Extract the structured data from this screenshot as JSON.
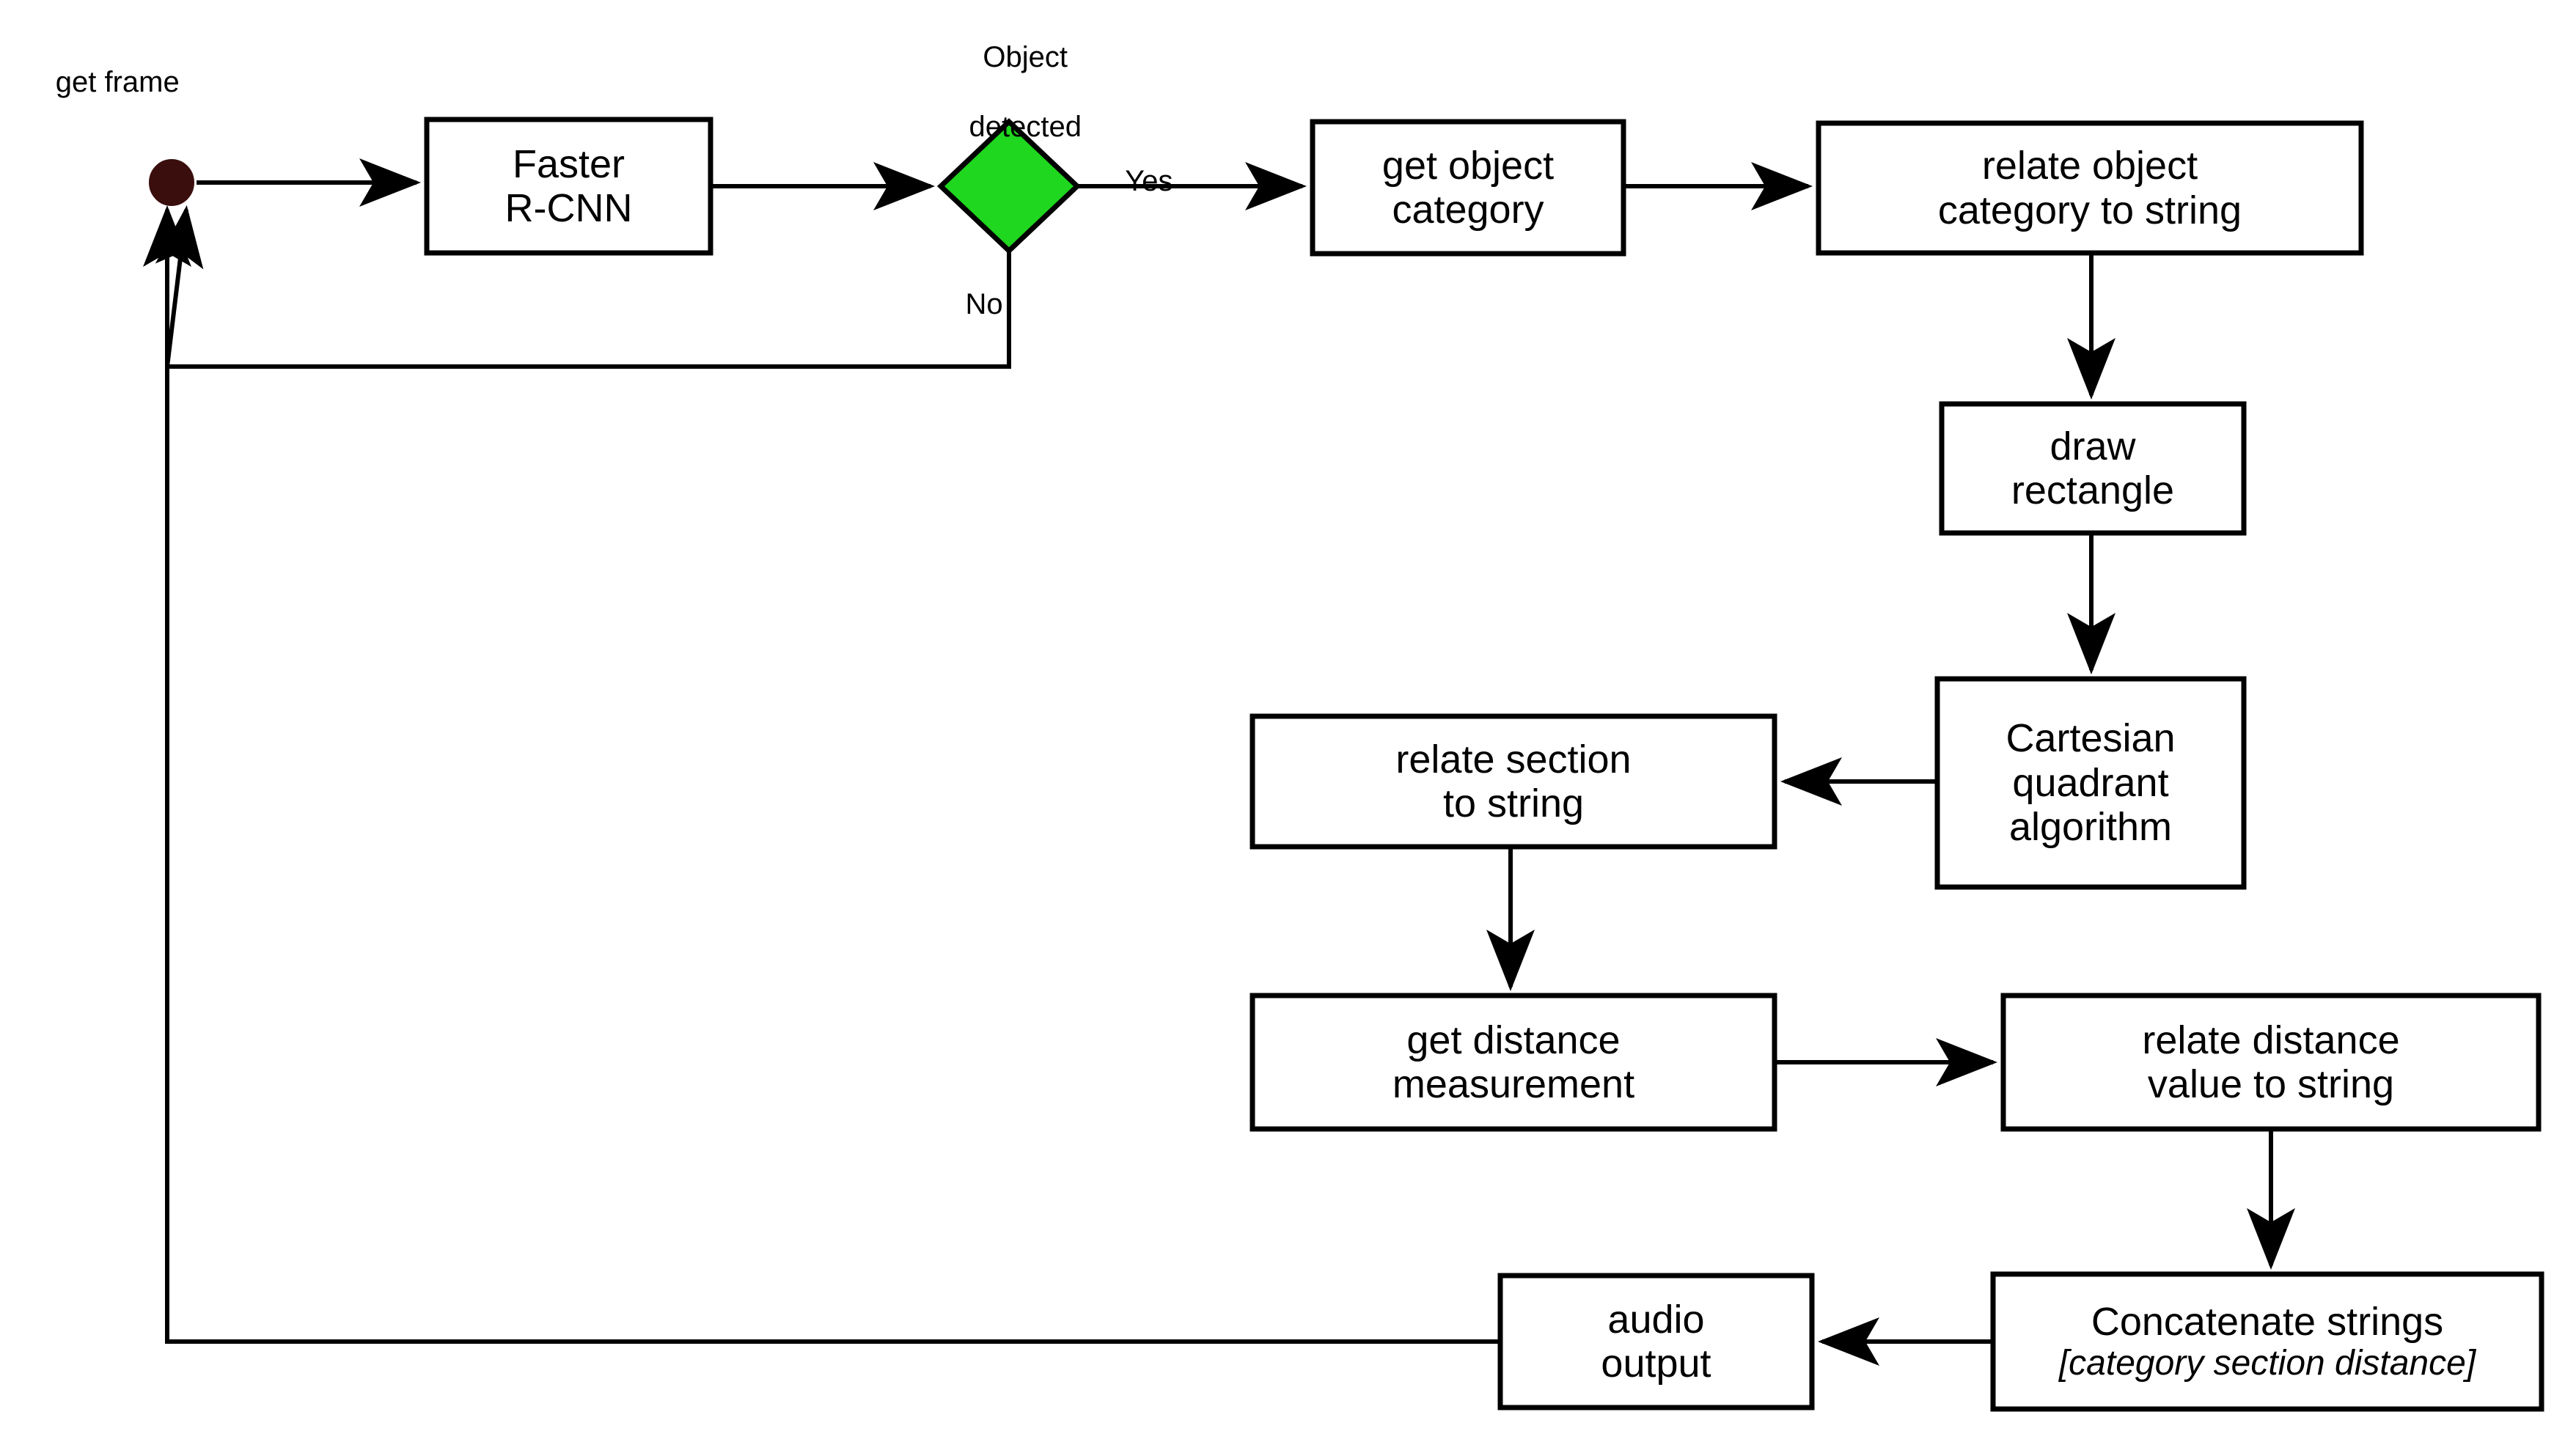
{
  "diagram": {
    "title": "Object detection audio description flowchart",
    "background_color": "#ffffff",
    "stroke_color": "#000000",
    "start_node_color": "#3B0E0E",
    "decision_fill_color": "#1FD71F",
    "decision_border_color": "#000000",
    "box_fill_color": "#ffffff"
  },
  "captions": {
    "get_frame": "get frame",
    "object_detected_line1": "Object",
    "object_detected_line2": "detected"
  },
  "nodes": {
    "start": {
      "name": "start-node",
      "shape": "circle",
      "label": "get frame"
    },
    "faster_rcnn": {
      "name": "faster-rcnn",
      "shape": "rectangle",
      "line1": "Faster",
      "line2": "R-CNN"
    },
    "object_detected": {
      "name": "object-detected-decision",
      "shape": "diamond",
      "line1": "Object",
      "line2": "detected"
    },
    "get_object_category": {
      "name": "get-object-category",
      "shape": "rectangle",
      "line1": "get object",
      "line2": "category"
    },
    "relate_object_category_to_string": {
      "name": "relate-object-category-to-string",
      "shape": "rectangle",
      "line1": "relate object",
      "line2": "category to string"
    },
    "draw_rectangle": {
      "name": "draw-rectangle",
      "shape": "rectangle",
      "line1": "draw",
      "line2": "rectangle"
    },
    "cartesian_quadrant_algorithm": {
      "name": "cartesian-quadrant-algorithm",
      "shape": "rectangle",
      "line1": "Cartesian",
      "line2": "quadrant",
      "line3": "algorithm"
    },
    "relate_section_to_string": {
      "name": "relate-section-to-string",
      "shape": "rectangle",
      "line1": "relate section",
      "line2": "to string"
    },
    "get_distance_measurement": {
      "name": "get-distance-measurement",
      "shape": "rectangle",
      "line1": "get distance",
      "line2": "measurement"
    },
    "relate_distance_value_to_string": {
      "name": "relate-distance-value-to-string",
      "shape": "rectangle",
      "line1": "relate distance",
      "line2": "value to string"
    },
    "concatenate_strings": {
      "name": "concatenate-strings",
      "shape": "rectangle",
      "line1": "Concatenate strings",
      "line2": "[category section distance]"
    },
    "audio_output": {
      "name": "audio-output",
      "shape": "rectangle",
      "line1": "audio",
      "line2": "output"
    }
  },
  "edges": {
    "start_to_rcnn": {
      "from": "start",
      "to": "faster_rcnn",
      "label": ""
    },
    "rcnn_to_decision": {
      "from": "faster_rcnn",
      "to": "object_detected",
      "label": ""
    },
    "decision_yes": {
      "from": "object_detected",
      "to": "get_object_category",
      "label": "Yes"
    },
    "decision_no": {
      "from": "object_detected",
      "to": "start",
      "label": "No"
    },
    "category_to_relate": {
      "from": "get_object_category",
      "to": "relate_object_category_to_string",
      "label": ""
    },
    "relate_to_draw": {
      "from": "relate_object_category_to_string",
      "to": "draw_rectangle",
      "label": ""
    },
    "draw_to_cartesian": {
      "from": "draw_rectangle",
      "to": "cartesian_quadrant_algorithm",
      "label": ""
    },
    "cartesian_to_section": {
      "from": "cartesian_quadrant_algorithm",
      "to": "relate_section_to_string",
      "label": ""
    },
    "section_to_distance": {
      "from": "relate_section_to_string",
      "to": "get_distance_measurement",
      "label": ""
    },
    "distance_to_relate_distance": {
      "from": "get_distance_measurement",
      "to": "relate_distance_value_to_string",
      "label": ""
    },
    "relate_distance_to_concat": {
      "from": "relate_distance_value_to_string",
      "to": "concatenate_strings",
      "label": ""
    },
    "concat_to_audio": {
      "from": "concatenate_strings",
      "to": "audio_output",
      "label": ""
    },
    "audio_to_start": {
      "from": "audio_output",
      "to": "start",
      "label": ""
    }
  },
  "edge_labels": {
    "yes": "Yes",
    "no": "No"
  }
}
